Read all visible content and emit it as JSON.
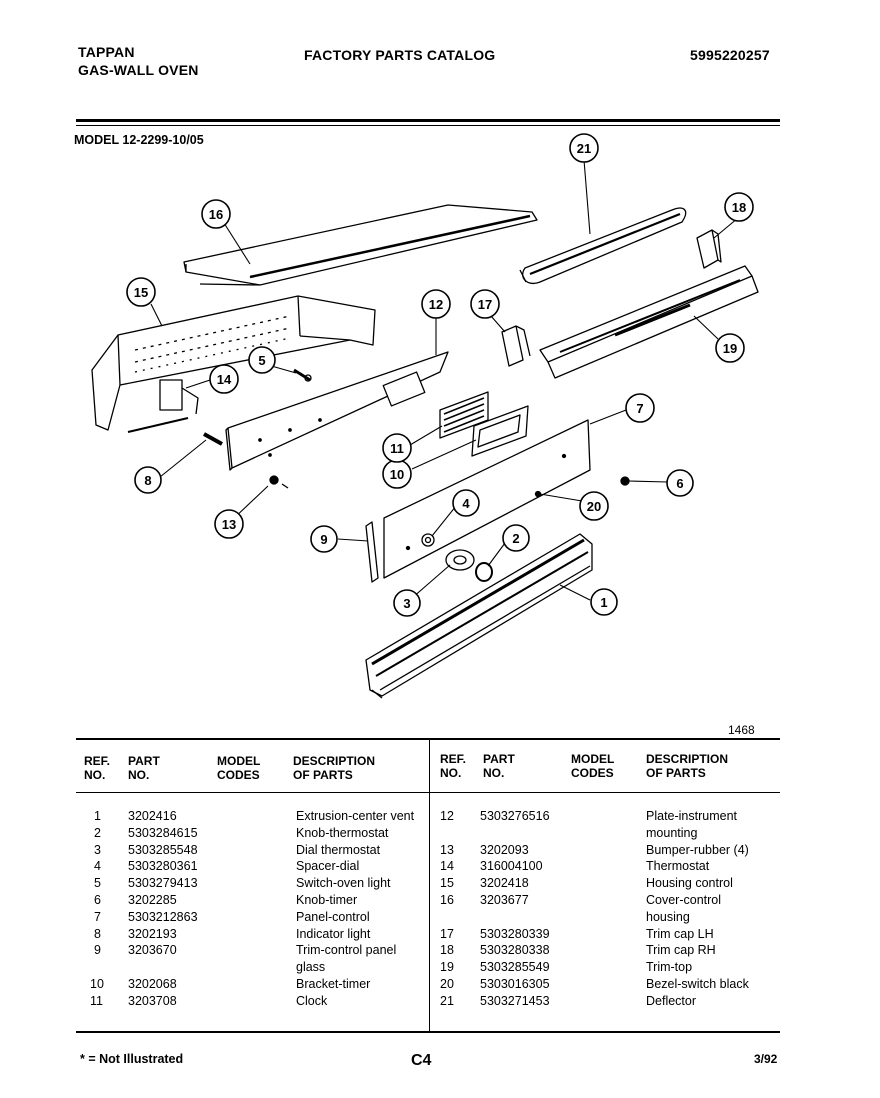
{
  "header": {
    "brand_line1": "TAPPAN",
    "brand_line2": "GAS-WALL OVEN",
    "catalog_title": "FACTORY PARTS CATALOG",
    "catalog_number": "5995220257",
    "model": "MODEL 12-2299-10/05"
  },
  "diagram": {
    "callouts": [
      "1",
      "2",
      "3",
      "4",
      "5",
      "6",
      "7",
      "8",
      "9",
      "10",
      "11",
      "12",
      "13",
      "14",
      "15",
      "16",
      "17",
      "18",
      "19",
      "20",
      "21"
    ],
    "figure_number": "1468"
  },
  "table": {
    "headers": {
      "ref_line1": "REF.",
      "ref_line2": "NO.",
      "part_line1": "PART",
      "part_line2": "NO.",
      "model_line1": "MODEL",
      "model_line2": "CODES",
      "desc_line1": "DESCRIPTION",
      "desc_line2": "OF PARTS"
    },
    "left_rows": [
      {
        "ref": "1",
        "part": "3202416",
        "desc": "Extrusion-center vent"
      },
      {
        "ref": "2",
        "part": "5303284615",
        "desc": "Knob-thermostat"
      },
      {
        "ref": "3",
        "part": "5303285548",
        "desc": "Dial thermostat"
      },
      {
        "ref": "4",
        "part": "5303280361",
        "desc": "Spacer-dial"
      },
      {
        "ref": "5",
        "part": "5303279413",
        "desc": "Switch-oven light"
      },
      {
        "ref": "6",
        "part": "3202285",
        "desc": "Knob-timer"
      },
      {
        "ref": "7",
        "part": "5303212863",
        "desc": "Panel-control"
      },
      {
        "ref": "8",
        "part": "3202193",
        "desc": "Indicator light"
      },
      {
        "ref": "9",
        "part": "3203670",
        "desc": "Trim-control panel"
      },
      {
        "ref": "",
        "part": "",
        "desc": "glass"
      },
      {
        "ref": "10",
        "part": "3202068",
        "desc": "Bracket-timer"
      },
      {
        "ref": "11",
        "part": "3203708",
        "desc": "Clock"
      }
    ],
    "right_rows": [
      {
        "ref": "12",
        "part": "5303276516",
        "desc": "Plate-instrument"
      },
      {
        "ref": "",
        "part": "",
        "desc": "mounting"
      },
      {
        "ref": "13",
        "part": "3202093",
        "desc": "Bumper-rubber (4)"
      },
      {
        "ref": "14",
        "part": "316004100",
        "desc": "Thermostat"
      },
      {
        "ref": "15",
        "part": "3202418",
        "desc": "Housing control"
      },
      {
        "ref": "16",
        "part": "3203677",
        "desc": "Cover-control"
      },
      {
        "ref": "",
        "part": "",
        "desc": "housing"
      },
      {
        "ref": "17",
        "part": "5303280339",
        "desc": "Trim cap LH"
      },
      {
        "ref": "18",
        "part": "5303280338",
        "desc": "Trim cap RH"
      },
      {
        "ref": "19",
        "part": "5303285549",
        "desc": "Trim-top"
      },
      {
        "ref": "20",
        "part": "5303016305",
        "desc": "Bezel-switch black"
      },
      {
        "ref": "21",
        "part": "5303271453",
        "desc": "Deflector"
      }
    ]
  },
  "footer": {
    "note": "* = Not Illustrated",
    "page_code": "C4",
    "date": "3/92"
  }
}
